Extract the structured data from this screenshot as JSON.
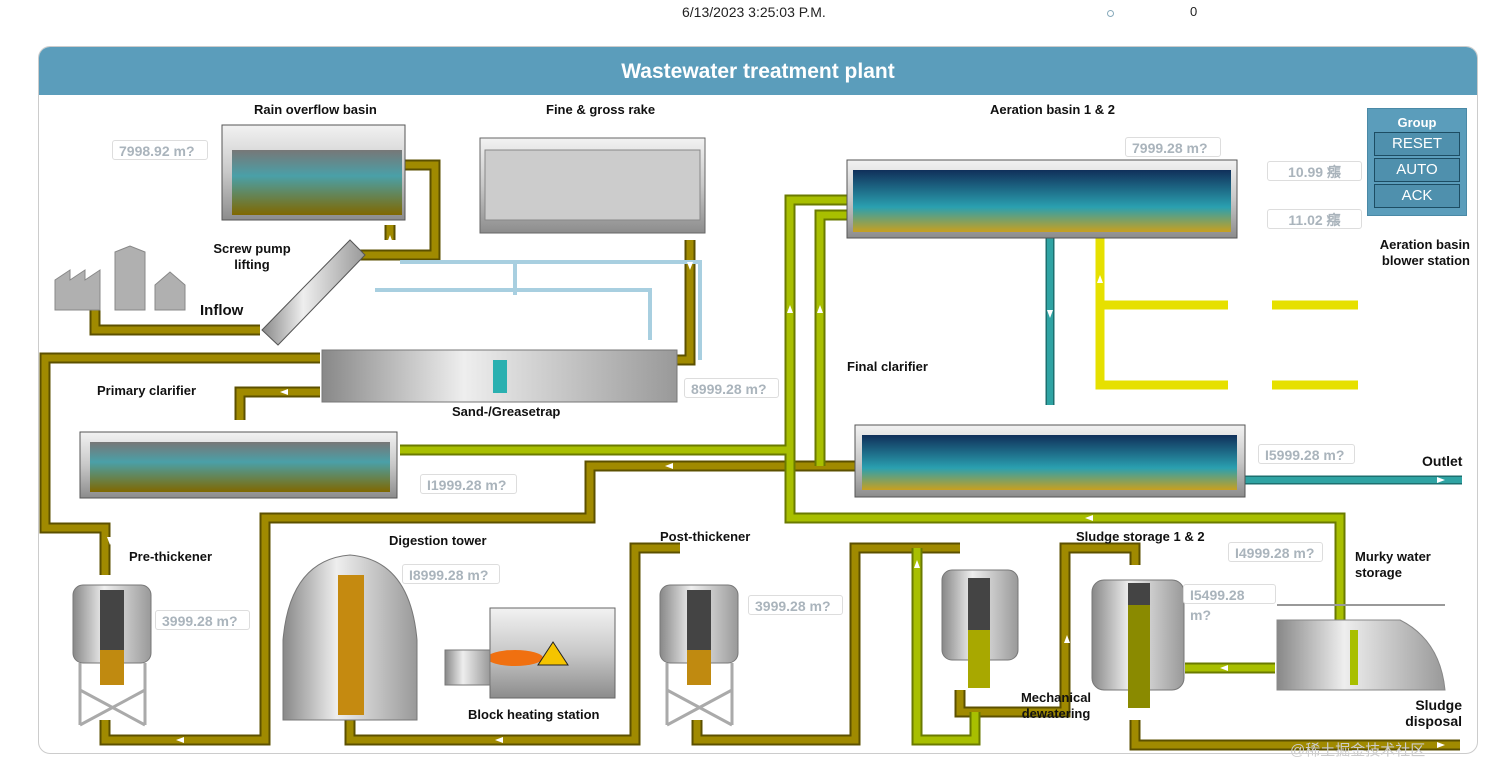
{
  "topbar": {
    "datetime": "6/13/2023 3:25:03 P.M.",
    "count": "0"
  },
  "title": "Wastewater treatment plant",
  "labels": {
    "rain_overflow": "Rain overflow basin",
    "fine_rake": "Fine & gross rake",
    "aeration": "Aeration basin 1 & 2",
    "screw_pump": "Screw pump lifting",
    "inflow": "Inflow",
    "primary_clarifier": "Primary clarifier",
    "sand_trap": "Sand-/Greasetrap",
    "final_clarifier": "Final clarifier",
    "outlet": "Outlet",
    "pre_thickener": "Pre-thickener",
    "digestion_tower": "Digestion tower",
    "block_heating": "Block heating station",
    "post_thickener": "Post-thickener",
    "sludge_storage": "Sludge storage 1 & 2",
    "mech_dewatering": "Mechanical dewatering",
    "murky_water": "Murky water storage",
    "sludge_disposal": "Sludge disposal",
    "blower_station": "Aeration basin blower station"
  },
  "values": {
    "rain_overflow": "7998.92 m?",
    "aeration": "7999.28 m?",
    "blower1": "10.99 瘬",
    "blower2": "11.02 瘬",
    "sand_trap": "8999.28 m?",
    "final_clarifier": "I5999.28 m?",
    "primary_clarifier": "I1999.28 m?",
    "digestion": "I8999.28 m?",
    "pre_thickener": "3999.28 m?",
    "post_thickener": "3999.28 m?",
    "murky": "I4999.28 m?",
    "sludge_storage": "I5499.28 m?"
  },
  "group": {
    "title": "Group",
    "reset": "RESET",
    "auto": "AUTO",
    "ack": "ACK"
  },
  "watermark": "@稀土掘金技术社区",
  "colors": {
    "header": "#5b9dbb",
    "sludge_pipe": "#8b7a00",
    "water_pipe": "#9fb800",
    "air_pipe": "#e6e000",
    "clean_pipe": "#2a9a9a"
  }
}
